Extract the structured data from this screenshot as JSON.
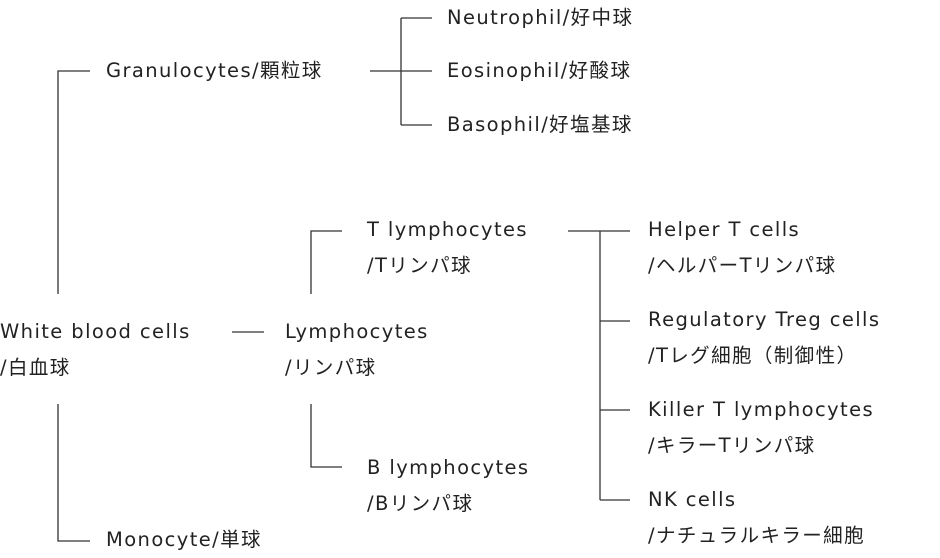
{
  "root": {
    "line1": "White blood cells",
    "line2": "/白血球"
  },
  "granulocytes": {
    "label": "Granulocytes/顆粒球",
    "children": [
      "Neutrophil/好中球",
      "Eosinophil/好酸球",
      "Basophil/好塩基球"
    ]
  },
  "lymphocytes": {
    "line1": "Lymphocytes",
    "line2": "/リンパ球"
  },
  "t_lymphocytes": {
    "line1": "T lymphocytes",
    "line2": "/Tリンパ球"
  },
  "b_lymphocytes": {
    "line1": "B lymphocytes",
    "line2": "/Bリンパ球"
  },
  "t_subtypes": [
    {
      "line1": "Helper T cells",
      "line2": "/ヘルパーTリンパ球"
    },
    {
      "line1": "Regulatory Treg cells",
      "line2": "/Tレグ細胞（制御性）"
    },
    {
      "line1": "Killer T lymphocytes",
      "line2": "/キラーTリンパ球"
    },
    {
      "line1": "NK cells",
      "line2": "/ナチュラルキラー細胞"
    }
  ],
  "monocyte": {
    "label": "Monocyte/単球"
  },
  "colors": {
    "line": "#333333",
    "text": "#222222"
  }
}
